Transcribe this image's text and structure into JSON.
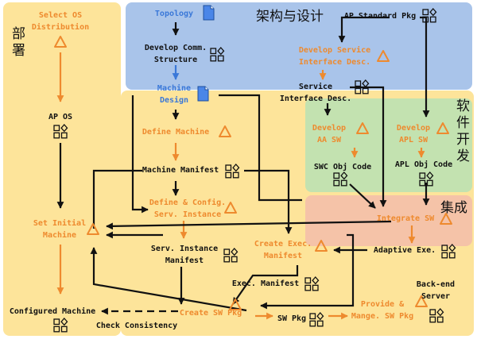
{
  "regions": {
    "architecture": "架构与设计",
    "deployment": "部署",
    "software_dev": "软件开发",
    "integration": "集成"
  },
  "nodes": {
    "select_os": "Select OS Distribution",
    "ap_os": "AP OS",
    "set_initial_machine": "Set Initial Machine",
    "configured_machine": "Configured Machine",
    "check_consistency": "Check Consistency",
    "topology": "Topology",
    "develop_comm": "Develop Comm. Structure",
    "machine_design": "Machine Design",
    "define_machine": "Define Machine",
    "machine_manifest": "Machine Manifest",
    "define_config": "Define & Config. Serv. Instance",
    "serv_instance_manifest": "Serv. Instance Manifest",
    "create_exec_manifest": "Create Exec. Manifest",
    "exec_manifest": "Exec. Manifest",
    "create_sw_pkg": "Create SW Pkg",
    "sw_pkg": "SW Pkg",
    "provide_manage": "Provide & Mange. SW Pkg",
    "back_end_server": "Back-end Server",
    "ap_standard_pkg": "AP Standard Pkg",
    "develop_service_iface": "Develop Service Interface Desc.",
    "service_iface_desc": "Service Interface Desc.",
    "develop_aa_sw": "Develop AA SW",
    "develop_apl_sw": "Develop APL SW",
    "swc_obj_code": "SWC Obj Code",
    "apl_obj_code": "APL Obj Code",
    "integrate_sw": "Integrate SW",
    "adaptive_exe": "Adaptive Exe."
  },
  "icons": {
    "task": "task-triangle-icon",
    "artifact": "work-product-icon",
    "document": "document-icon"
  },
  "colors": {
    "task_orange": "#ee8a2e",
    "guidance_blue": "#3a78d8",
    "deployment_yellow": "#fde49a",
    "architecture_blue": "#a9c4ea",
    "development_green": "#c3e2b0",
    "integration_salmon": "#f5c3a8"
  }
}
